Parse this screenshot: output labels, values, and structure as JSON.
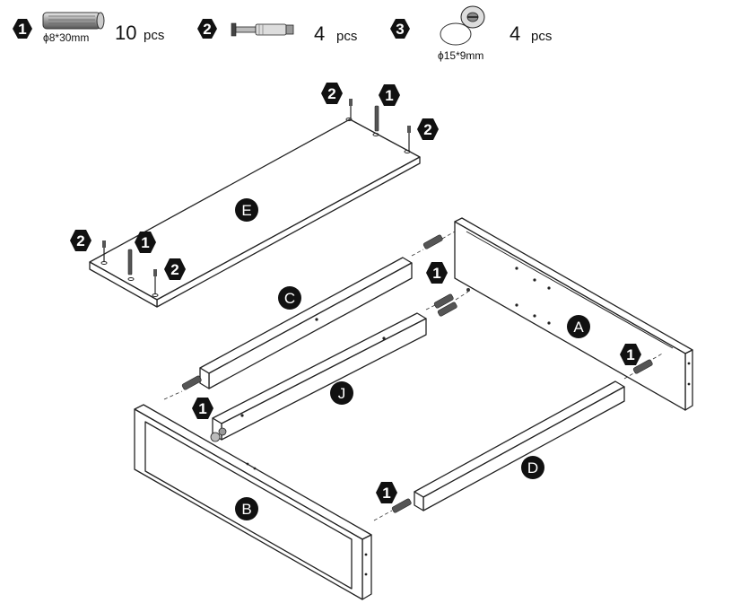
{
  "parts": [
    {
      "id": "1",
      "size": "ϕ8*30mm",
      "quantity": "10",
      "unit": "pcs"
    },
    {
      "id": "2",
      "size": "",
      "quantity": "4",
      "unit": "pcs"
    },
    {
      "id": "3",
      "size": "ϕ15*9mm",
      "quantity": "4",
      "unit": "pcs"
    }
  ],
  "panels": {
    "A": "A",
    "B": "B",
    "C": "C",
    "D": "D",
    "E": "E",
    "J": "J"
  },
  "colors": {
    "hex_fill": "#111111",
    "line": "#222222",
    "dowel": "#444444"
  },
  "icons": [
    "wooden-dowel-icon",
    "cam-bolt-icon",
    "cam-lock-icon"
  ]
}
